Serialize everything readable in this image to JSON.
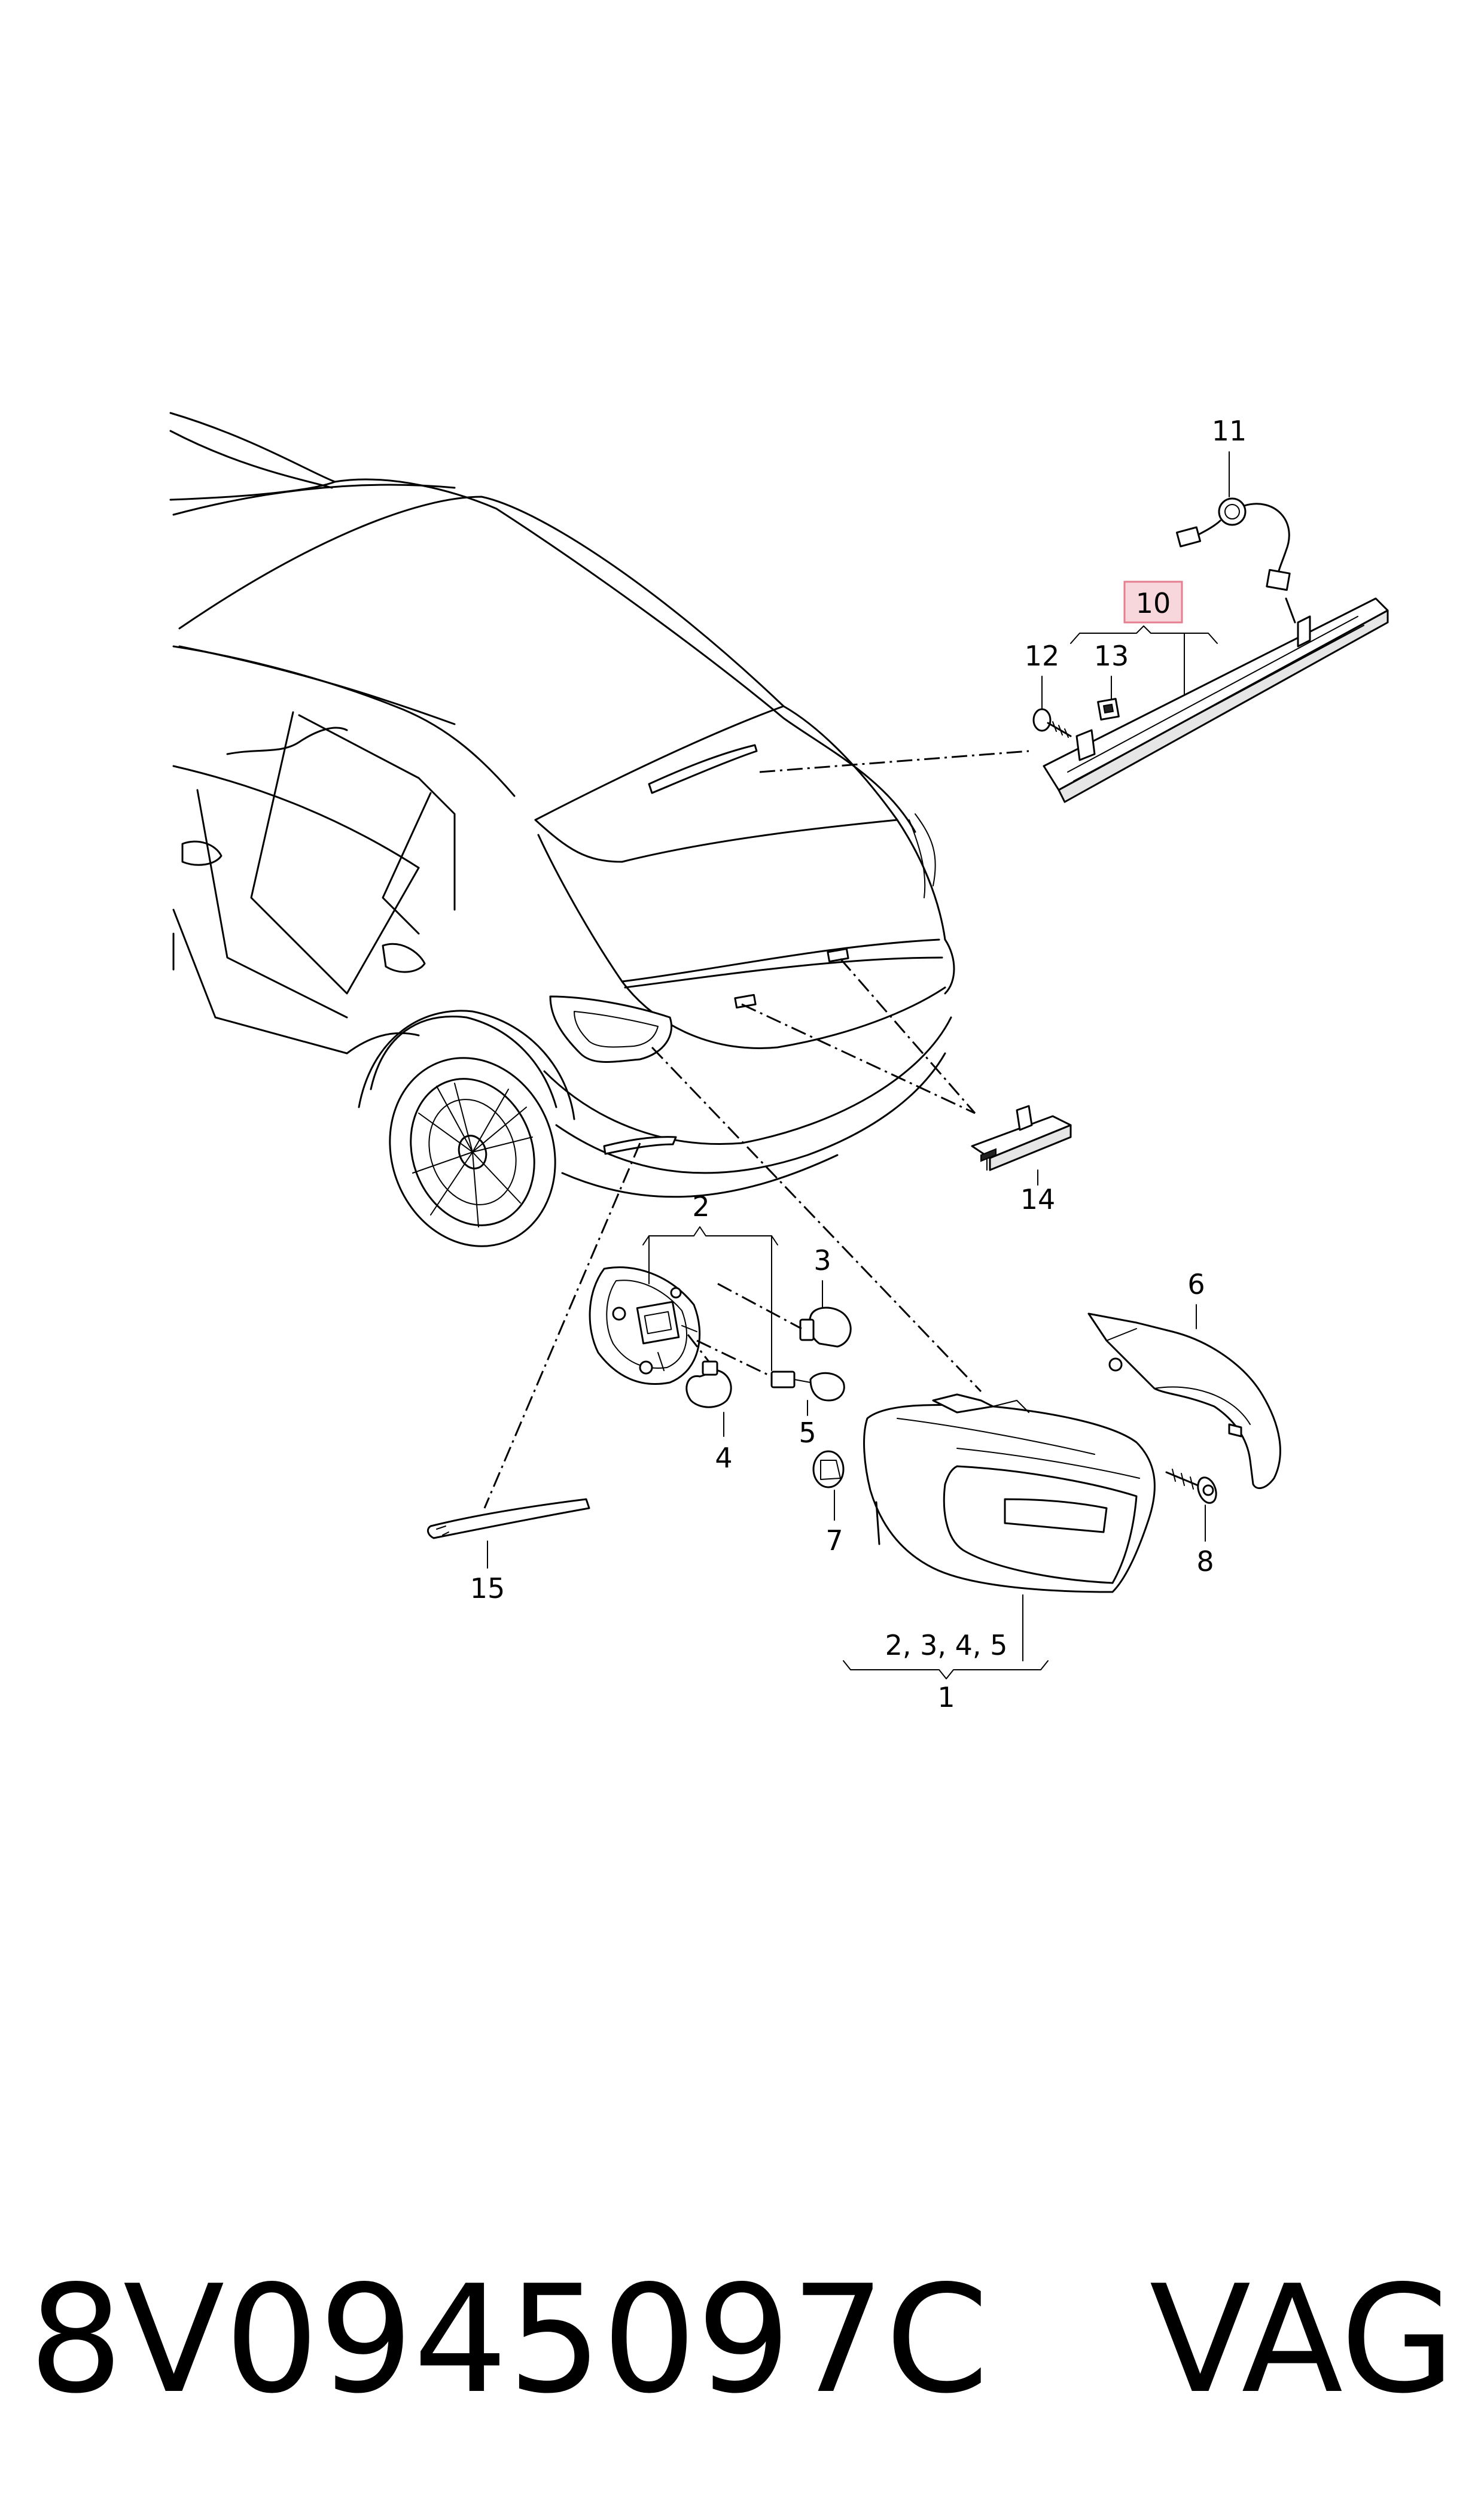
{
  "diagram": {
    "callouts": {
      "c1": "1",
      "c1_group": "2, 3, 4, 5",
      "c2": "2",
      "c3": "3",
      "c4": "4",
      "c5": "5",
      "c6": "6",
      "c7": "7",
      "c8": "8",
      "c10": "10",
      "c11": "11",
      "c12": "12",
      "c13": "13",
      "c14": "14",
      "c15": "15"
    },
    "highlighted_callout": "10",
    "highlight_color": "#f8d7dc"
  },
  "footer": {
    "part_number": "8V0945097C",
    "brand": "VAG"
  }
}
